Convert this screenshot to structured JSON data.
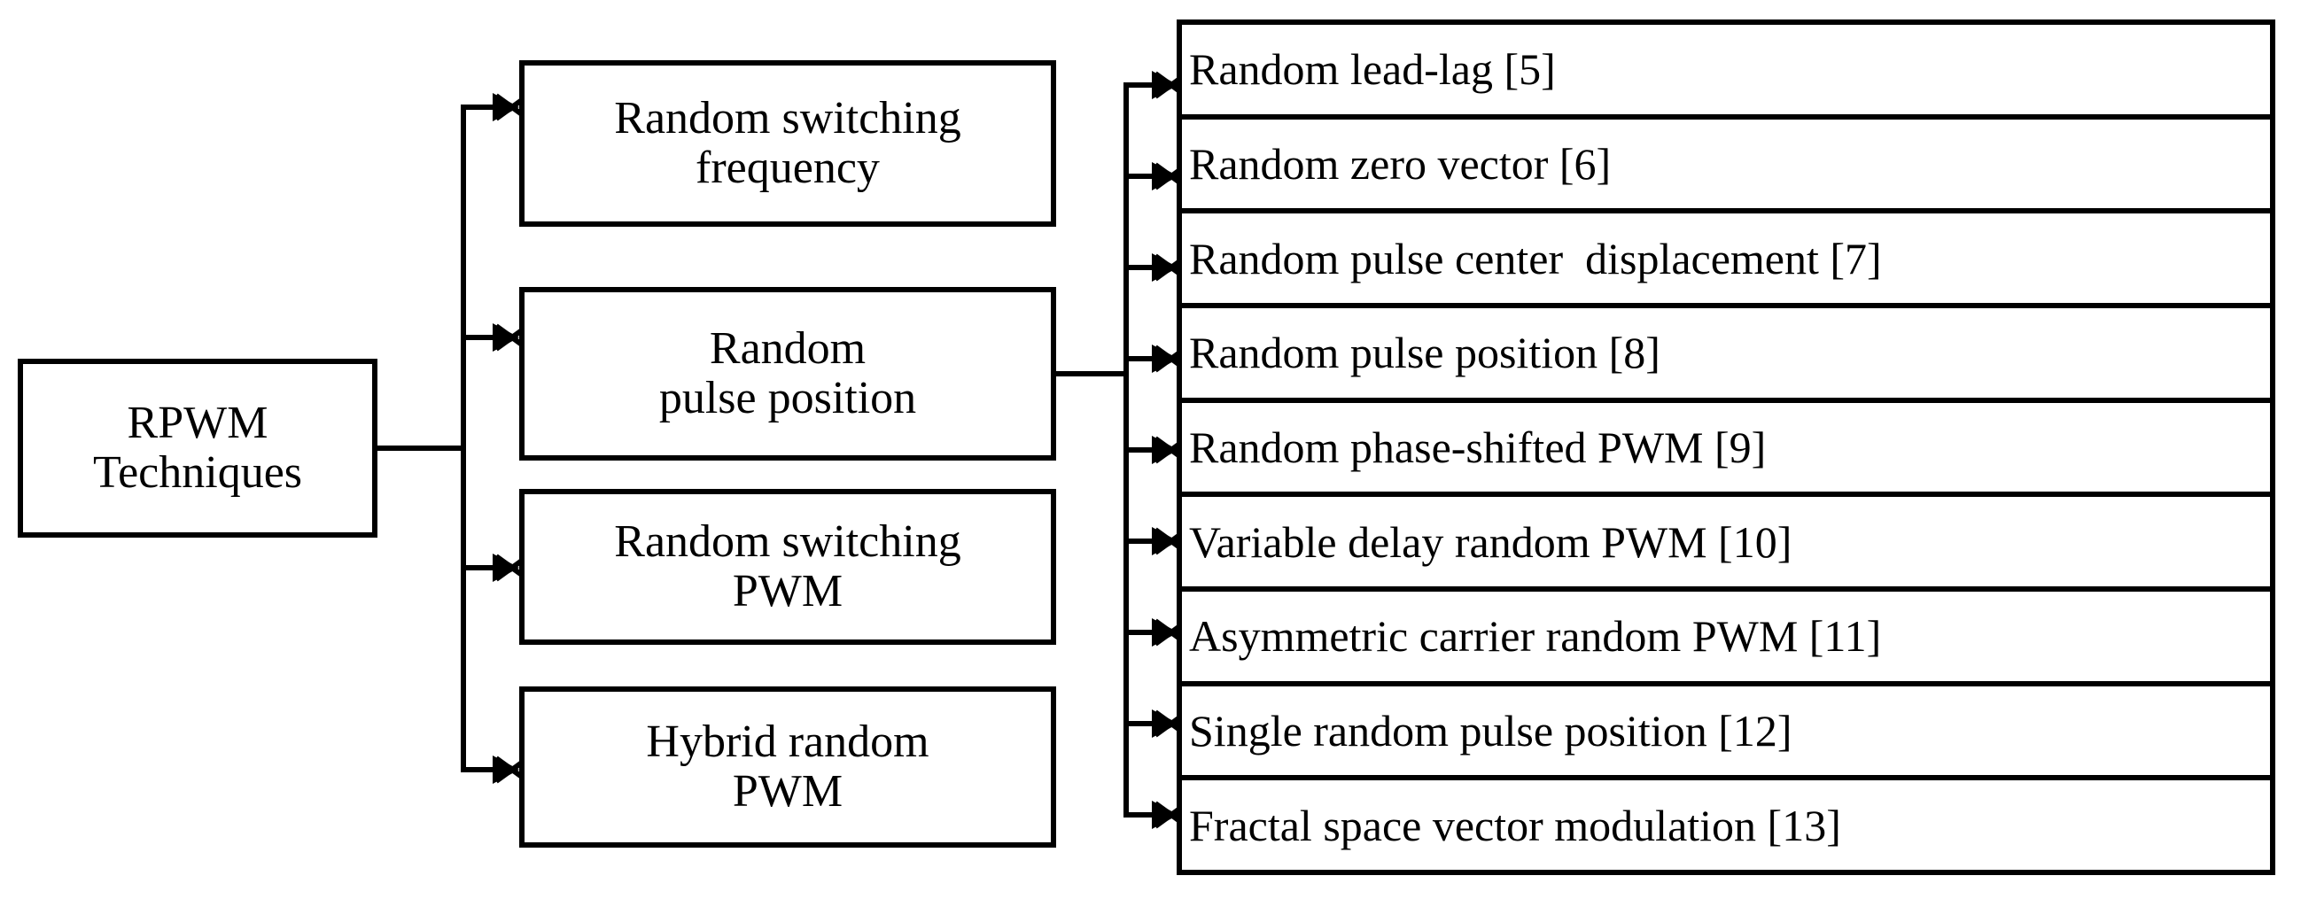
{
  "diagram": {
    "root": {
      "label": "RPWM\nTechniques"
    },
    "categories": [
      {
        "label": "Random switching\nfrequency"
      },
      {
        "label": "Random\npulse position"
      },
      {
        "label": "Random switching\nPWM"
      },
      {
        "label": "Hybrid random\nPWM"
      }
    ],
    "techniques": [
      {
        "label": "Random lead-lag [5]",
        "ref": "5"
      },
      {
        "label": "Random zero vector [6]",
        "ref": "6"
      },
      {
        "label": "Random pulse center  displacement [7]",
        "ref": "7"
      },
      {
        "label": "Random pulse position [8]",
        "ref": "8"
      },
      {
        "label": "Random phase-shifted PWM [9]",
        "ref": "9"
      },
      {
        "label": "Variable delay random PWM [10]",
        "ref": "10"
      },
      {
        "label": "Asymmetric carrier random PWM [11]",
        "ref": "11"
      },
      {
        "label": "Single random pulse position [12]",
        "ref": "12"
      },
      {
        "label": "Fractal space vector modulation [13]",
        "ref": "13"
      }
    ],
    "colors": {
      "stroke": "#000000",
      "fill": "#ffffff",
      "text": "#000000"
    }
  }
}
